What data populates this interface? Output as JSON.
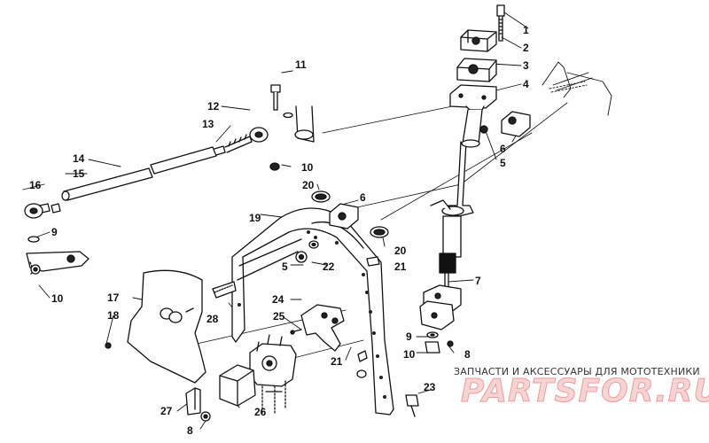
{
  "callouts": [
    {
      "id": "c1",
      "text": "1"
    },
    {
      "id": "c2",
      "text": "2"
    },
    {
      "id": "c3",
      "text": "3"
    },
    {
      "id": "c4",
      "text": "4"
    },
    {
      "id": "c6a",
      "text": "6"
    },
    {
      "id": "c5a",
      "text": "5"
    },
    {
      "id": "c11",
      "text": "11"
    },
    {
      "id": "c12",
      "text": "12"
    },
    {
      "id": "c13",
      "text": "13"
    },
    {
      "id": "c14",
      "text": "14"
    },
    {
      "id": "c15",
      "text": "15"
    },
    {
      "id": "c16",
      "text": "16"
    },
    {
      "id": "c9a",
      "text": "9"
    },
    {
      "id": "c10a",
      "text": "10"
    },
    {
      "id": "c10b",
      "text": "10"
    },
    {
      "id": "c20a",
      "text": "20"
    },
    {
      "id": "c6b",
      "text": "6"
    },
    {
      "id": "c19",
      "text": "19"
    },
    {
      "id": "c20b",
      "text": "20"
    },
    {
      "id": "c5b",
      "text": "5"
    },
    {
      "id": "c22",
      "text": "22"
    },
    {
      "id": "c21a",
      "text": "21"
    },
    {
      "id": "c7",
      "text": "7"
    },
    {
      "id": "c17",
      "text": "17"
    },
    {
      "id": "c18",
      "text": "18"
    },
    {
      "id": "c28",
      "text": "28"
    },
    {
      "id": "c24",
      "text": "24"
    },
    {
      "id": "c25",
      "text": "25"
    },
    {
      "id": "c9b",
      "text": "9"
    },
    {
      "id": "c10c",
      "text": "10"
    },
    {
      "id": "c8a",
      "text": "8"
    },
    {
      "id": "c21b",
      "text": "21"
    },
    {
      "id": "c23",
      "text": "23"
    },
    {
      "id": "c27",
      "text": "27"
    },
    {
      "id": "c26",
      "text": "26"
    },
    {
      "id": "c8b",
      "text": "8"
    }
  ],
  "watermark": {
    "caption": "ЗАПЧАСТИ И АКСЕССУАРЫ ДЛЯ МОТОТЕХНИКИ",
    "logo": "PARTSFOR.RU"
  }
}
